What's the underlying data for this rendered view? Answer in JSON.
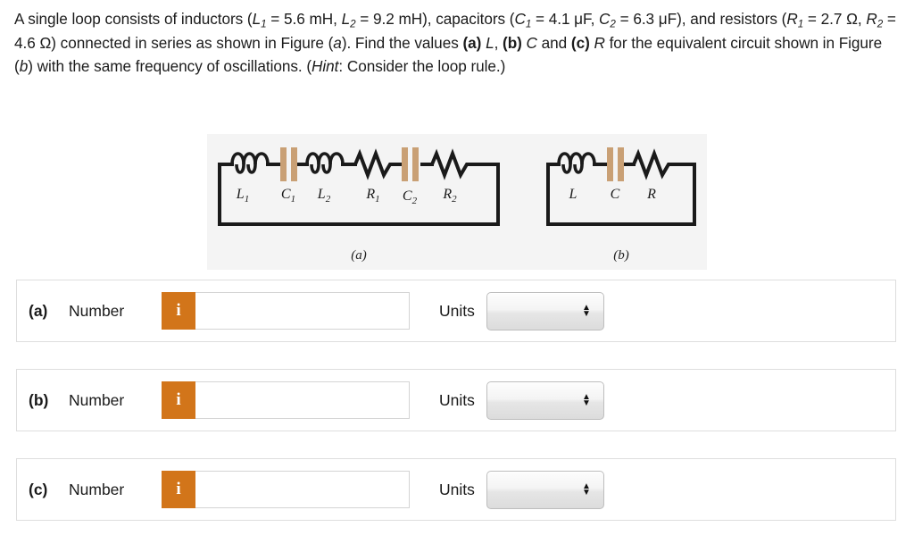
{
  "problem": {
    "line1_a": "A single loop consists of inductors (",
    "L1": "L",
    "L1_sub": "1",
    "L1_val": " = 5.6 mH, ",
    "L2": "L",
    "L2_sub": "2",
    "L2_val": " = 9.2 mH), capacitors (",
    "C1": "C",
    "C1_sub": "1",
    "C1_val": " = 4.1 μF, ",
    "C2": "C",
    "C2_sub": "2",
    "C2_val": " = 6.3 μF), and resistors (",
    "R1": "R",
    "R1_sub": "1",
    "R1_val": " = 2.7 Ω, ",
    "R2": "R",
    "R2_sub": "2",
    "R2_val": " = 4.6 Ω) connected in series as shown in Figure (",
    "fig_a": "a",
    "mid1": "). Find the values ",
    "bold_a": "(a)",
    "var_L": " L",
    "comma1": ", ",
    "bold_b": "(b)",
    "var_C": " C",
    "mid2": " and ",
    "bold_c": "(c)",
    "var_R": " R",
    "mid3": " for the equivalent circuit shown in Figure (",
    "fig_b": "b",
    "mid4": ") with the same frequency of oscillations. (",
    "hint": "Hint",
    "tail": ": Consider the loop rule.)"
  },
  "figure": {
    "circuit_a": {
      "caption": "(a)",
      "component_labels": [
        "L₁",
        "C₁",
        "L₂",
        "R₁",
        "C₂",
        "R₂"
      ],
      "components": [
        {
          "type": "inductor",
          "label_main": "L",
          "label_sub": "1"
        },
        {
          "type": "capacitor",
          "label_main": "C",
          "label_sub": "1"
        },
        {
          "type": "inductor",
          "label_main": "L",
          "label_sub": "2"
        },
        {
          "type": "resistor",
          "label_main": "R",
          "label_sub": "1"
        },
        {
          "type": "capacitor",
          "label_main": "C",
          "label_sub": "2"
        },
        {
          "type": "resistor",
          "label_main": "R",
          "label_sub": "2"
        }
      ]
    },
    "circuit_b": {
      "caption": "(b)",
      "component_labels": [
        "L",
        "C",
        "R"
      ],
      "components": [
        {
          "type": "inductor",
          "label_main": "L",
          "label_sub": ""
        },
        {
          "type": "capacitor",
          "label_main": "C",
          "label_sub": ""
        },
        {
          "type": "resistor",
          "label_main": "R",
          "label_sub": ""
        }
      ]
    },
    "colors": {
      "panel_background": "#f4f4f4",
      "wire": "#1a1a1a",
      "capacitor_plate": "#c9a075"
    }
  },
  "answers": {
    "number_label": "Number",
    "units_label": "Units",
    "info_glyph": "i",
    "rows": [
      {
        "part": "(a)",
        "number_value": "",
        "number_placeholder": "",
        "units_value": ""
      },
      {
        "part": "(b)",
        "number_value": "",
        "number_placeholder": "",
        "units_value": ""
      },
      {
        "part": "(c)",
        "number_value": "",
        "number_placeholder": "",
        "units_value": ""
      }
    ]
  },
  "colors": {
    "info_button": "#d2751a",
    "card_border": "#dedede",
    "input_border": "#d4d4d4"
  }
}
